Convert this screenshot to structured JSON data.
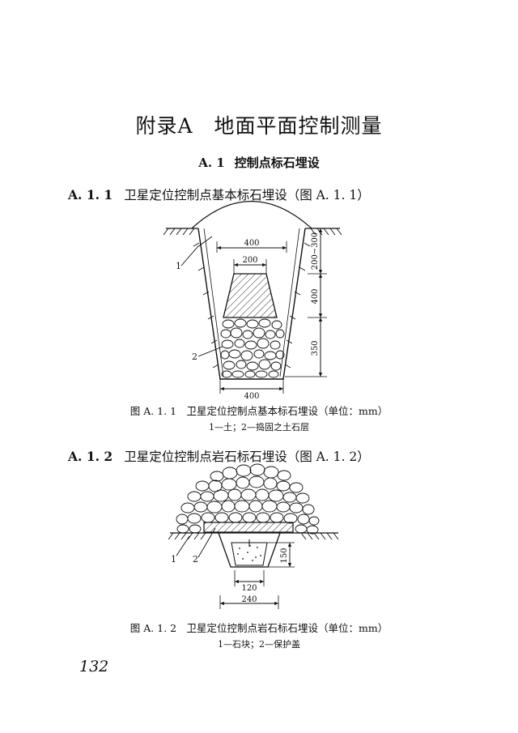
{
  "chapter": {
    "title": "附录A　地面平面控制测量"
  },
  "section": {
    "number": "A. 1",
    "title": "控制点标石埋设"
  },
  "clauses": [
    {
      "number": "A. 1. 1",
      "text": "卫星定位控制点基本标石埋设（图 A. 1. 1）"
    },
    {
      "number": "A. 1. 2",
      "text": "卫星定位控制点岩石标石埋设（图 A. 1. 2）"
    }
  ],
  "figure1": {
    "caption": "图 A. 1. 1　卫星定位控制点基本标石埋设（单位：mm）",
    "note": "1—土；2—捣固之土石层",
    "dims": {
      "top": "400",
      "mid": "200",
      "bottom": "400",
      "v1": "200~300",
      "v2": "400",
      "v3": "350"
    },
    "labels": {
      "l1": "1",
      "l2": "2"
    }
  },
  "figure2": {
    "caption": "图 A. 1. 2　卫星定位控制点岩石标石埋设（单位：mm）",
    "note": "1—石块；2—保护盖",
    "dims": {
      "w1": "120",
      "w2": "240",
      "h": "150"
    },
    "labels": {
      "l1": "1",
      "l2": "2"
    }
  },
  "page": {
    "number": "132"
  }
}
